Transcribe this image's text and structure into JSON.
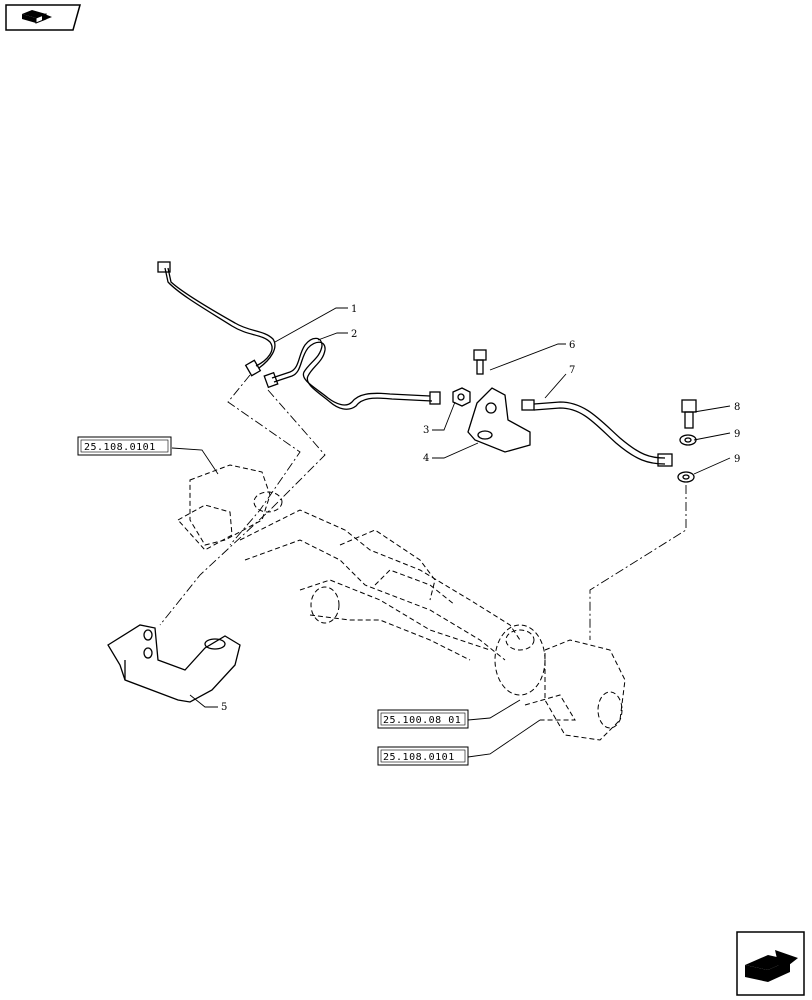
{
  "nav": {
    "prev_icon": "page-back-icon",
    "next_icon": "page-forward-icon"
  },
  "callouts": [
    {
      "id": "1",
      "label": "1"
    },
    {
      "id": "2",
      "label": "2"
    },
    {
      "id": "3",
      "label": "3"
    },
    {
      "id": "4",
      "label": "4"
    },
    {
      "id": "5",
      "label": "5"
    },
    {
      "id": "6",
      "label": "6"
    },
    {
      "id": "7",
      "label": "7"
    },
    {
      "id": "8",
      "label": "8"
    },
    {
      "id": "9a",
      "label": "9"
    },
    {
      "id": "9b",
      "label": "9"
    }
  ],
  "references": [
    {
      "id": "ref-left",
      "label": "25.108.0101"
    },
    {
      "id": "ref-mid",
      "label": "25.100.08 01"
    },
    {
      "id": "ref-bottom",
      "label": "25.108.0101"
    }
  ]
}
